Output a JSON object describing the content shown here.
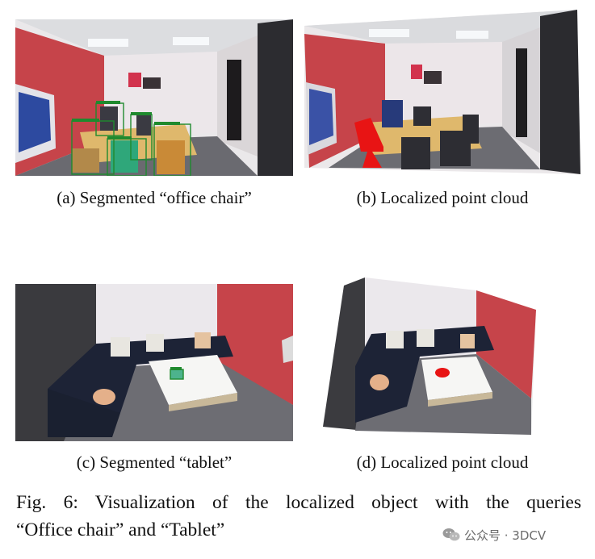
{
  "panels": [
    {
      "id": "a",
      "caption": "(a) Segmented “office chair”"
    },
    {
      "id": "b",
      "caption": "(b) Localized point cloud"
    },
    {
      "id": "c",
      "caption": "(c) Segmented “tablet”"
    },
    {
      "id": "d",
      "caption": "(d) Localized point cloud"
    }
  ],
  "figure_caption": {
    "line1": "Fig. 6: Visualization of the localized object with the queries",
    "line2": "“Office chair” and “Tablet”"
  },
  "watermark": {
    "text": "公众号 · 3DCV"
  },
  "colors": {
    "red_wall": "#c6444a",
    "highlight": "#e81414",
    "segment_box": "#1f8a2e"
  }
}
